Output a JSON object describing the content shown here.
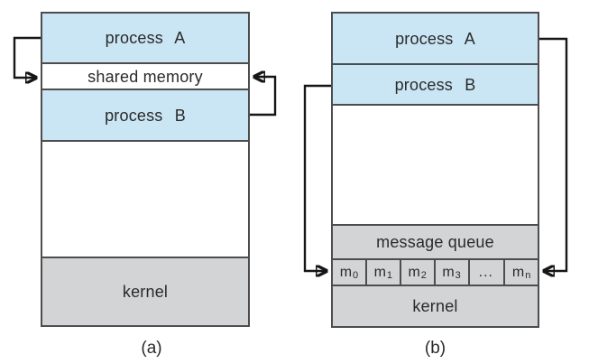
{
  "figure": {
    "caption_a": "(a)",
    "caption_b": "(b)"
  },
  "colors": {
    "process_fill": "#cae5f4",
    "kernel_fill": "#d3d4d5",
    "box_border": "#4d4d4f",
    "arrow": "#161616",
    "background": "#ffffff"
  },
  "diagram_a": {
    "process_a": "process A",
    "shared_memory": "shared memory",
    "process_b": "process B",
    "kernel": "kernel"
  },
  "diagram_b": {
    "process_a": "process A",
    "process_b": "process B",
    "message_queue": "message queue",
    "queue_cells": [
      {
        "base": "m",
        "sub": "0"
      },
      {
        "base": "m",
        "sub": "1"
      },
      {
        "base": "m",
        "sub": "2"
      },
      {
        "base": "m",
        "sub": "3"
      },
      {
        "base": "...",
        "sub": ""
      },
      {
        "base": "m",
        "sub": "n"
      }
    ],
    "kernel": "kernel"
  }
}
